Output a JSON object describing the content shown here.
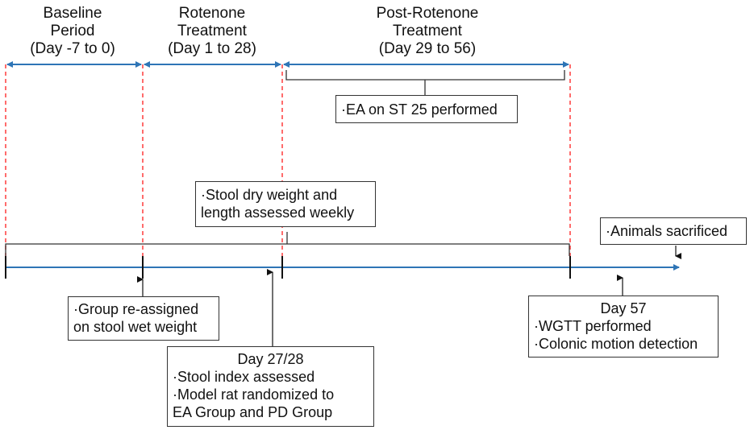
{
  "colors": {
    "timeline": "#2e75b6",
    "dashed": "#ff3b3b",
    "text": "#111111",
    "box_border": "#333333"
  },
  "periods": {
    "baseline": [
      "Baseline",
      "Period",
      "(Day -7 to 0)"
    ],
    "rotenone": [
      "Rotenone",
      "Treatment",
      "(Day 1 to 28)"
    ],
    "post": [
      "Post-Rotenone",
      "Treatment",
      "(Day 29 to 56)"
    ]
  },
  "boxes": {
    "ea": [
      "·EA on ST 25 performed"
    ],
    "stool_dry": [
      "·Stool dry weight and",
      "length  assessed weekly"
    ],
    "sacrificed": [
      "·Animals sacrificed"
    ],
    "group_reassigned": [
      "·Group re-assigned",
      "on stool wet weight"
    ],
    "day57": {
      "title": "Day 57",
      "lines": [
        "·WGTT performed",
        "·Colonic motion detection"
      ]
    },
    "day2728": {
      "title": "Day 27/28",
      "lines": [
        "·Stool index assessed",
        "·Model rat randomized to",
        "EA Group and PD Group"
      ]
    }
  }
}
